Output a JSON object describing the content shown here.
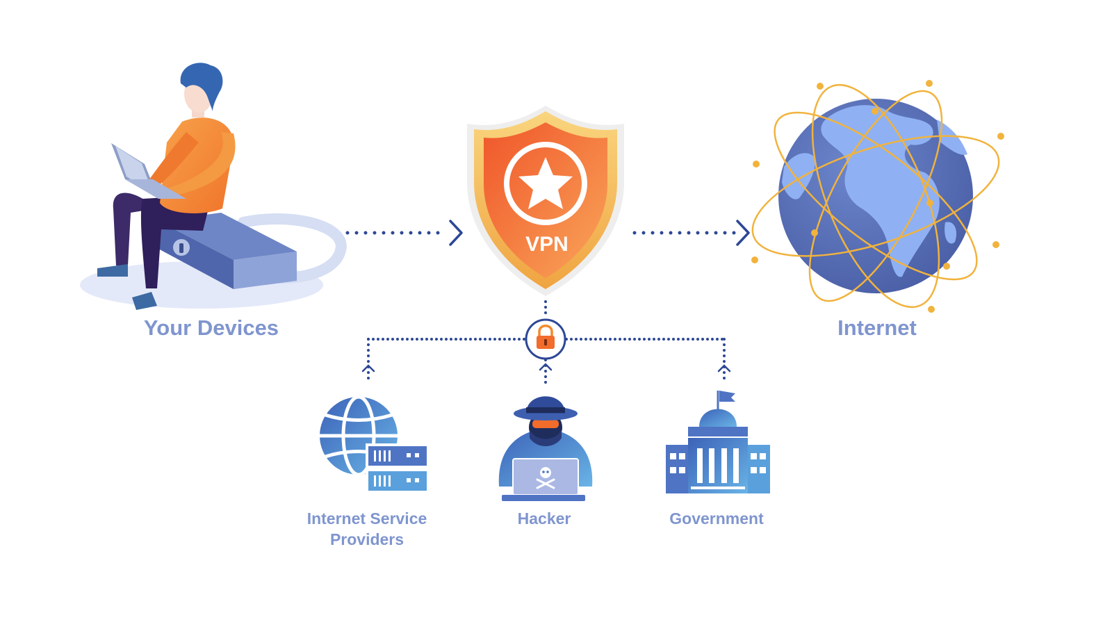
{
  "diagram": {
    "nodes": {
      "devices": {
        "label": "Your Devices"
      },
      "vpn": {
        "badge_text": "VPN"
      },
      "internet": {
        "label": "Internet"
      },
      "isp": {
        "label_line1": "Internet Service",
        "label_line2": "Providers"
      },
      "hacker": {
        "label": "Hacker"
      },
      "government": {
        "label": "Government"
      }
    },
    "edges": [
      {
        "from": "devices",
        "to": "vpn",
        "style": "dotted-arrow"
      },
      {
        "from": "vpn",
        "to": "internet",
        "style": "dotted-arrow"
      },
      {
        "from": "isp",
        "to": "vpn",
        "style": "dotted-arrow-blocked"
      },
      {
        "from": "hacker",
        "to": "vpn",
        "style": "dotted-arrow-blocked"
      },
      {
        "from": "government",
        "to": "vpn",
        "style": "dotted-arrow-blocked"
      }
    ],
    "colors": {
      "label": "#7f95cf",
      "connector": "#2d4795",
      "shield_orange": "#f26c2b",
      "shield_gold": "#f7b956",
      "globe_land": "#8fb1f3",
      "globe_ocean": "#5a73b7",
      "orbit": "#f1b33d",
      "icon_blue": "#4f74c4"
    }
  }
}
